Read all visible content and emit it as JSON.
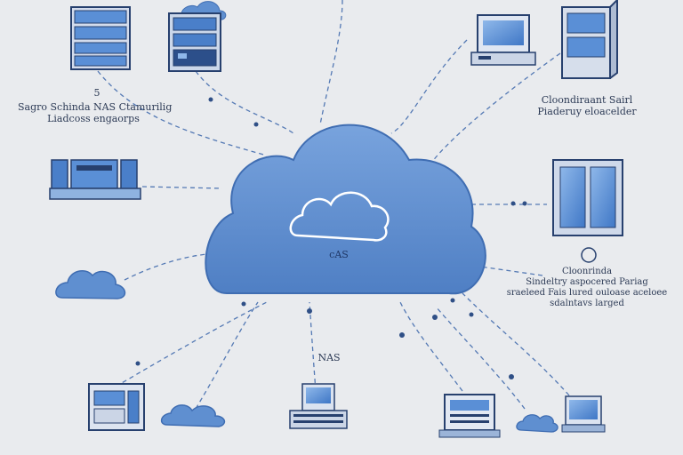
{
  "diagram": {
    "center_label": "cAS",
    "labels": {
      "left_title": "Sagro Schinda NAS Ctamurilig",
      "left_sub": "Liadcoss engaorps",
      "right_top_title": "Cloondiraant Sairl",
      "right_top_sub": "Piaderuy eloacelder",
      "right_mid_1": "Cloonrinda",
      "right_mid_2": "Sindeltry aspocered Pariag",
      "right_mid_3": "sraeleed Fais lured ouloase aceloee",
      "right_mid_4": "sdalntavs larged",
      "nas": "NAS",
      "left_small_num": "5"
    },
    "colors": {
      "background": "#e9ebee",
      "cloud": "#5f8fd0",
      "cloud_edge": "#3f6db2",
      "device_blue": "#5a8fd6",
      "device_dark": "#27406e",
      "line": "#5479b4",
      "text": "#2c3a55"
    }
  }
}
